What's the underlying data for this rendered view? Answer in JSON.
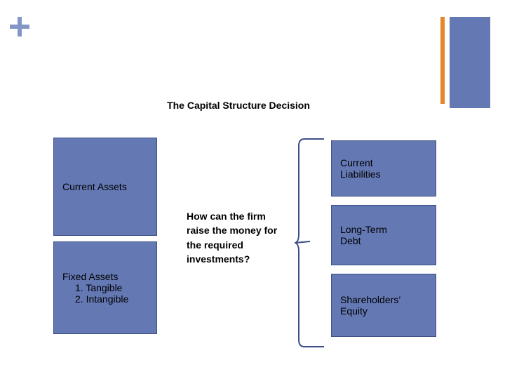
{
  "slide": {
    "title": "The Capital Structure Decision",
    "assets": [
      {
        "name": "current-assets",
        "lines": [
          "Current Assets"
        ]
      },
      {
        "name": "fixed-assets",
        "lines": [
          "Fixed Assets",
          "1. Tangible",
          "2. Intangible"
        ]
      }
    ],
    "liabilities": [
      {
        "name": "current-liabilities",
        "lines": [
          "Current",
          "Liabilities"
        ]
      },
      {
        "name": "long-term-debt",
        "lines": [
          "Long-Term",
          "Debt"
        ]
      },
      {
        "name": "shareholders-equity",
        "lines": [
          "Shareholders’",
          "Equity"
        ]
      }
    ],
    "question": "How can the firm raise the money for the required investments?",
    "icons": {
      "plus": "plus-icon",
      "brace": "curly-brace-icon"
    },
    "colors": {
      "box_fill": "#6478b4",
      "box_border": "#3d4f85",
      "accent_orange": "#e8862b",
      "plus_blue": "#8496c6",
      "text": "#000000"
    }
  }
}
